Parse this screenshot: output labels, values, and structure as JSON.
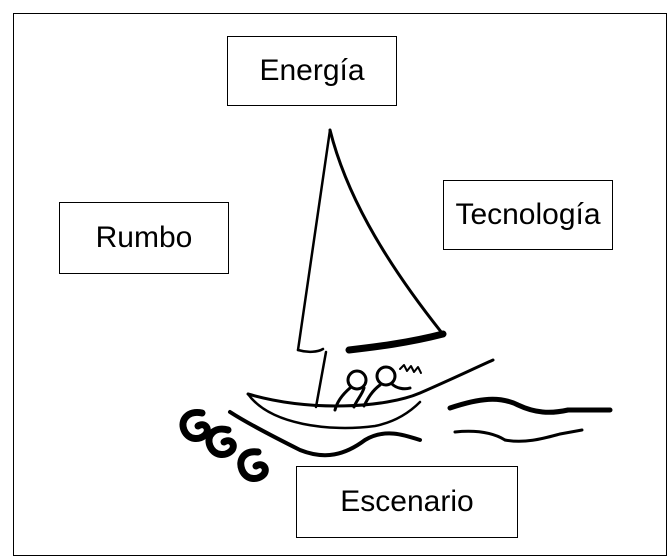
{
  "labels": {
    "energia": "Energía",
    "rumbo": "Rumbo",
    "tecnologia": "Tecnología",
    "escenario": "Escenario"
  },
  "illustration": {
    "subject": "sailboat-icon",
    "figures": "two-sailors-icon",
    "waves": "waves-icon"
  },
  "colors": {
    "ink": "#000000",
    "background": "#ffffff"
  }
}
